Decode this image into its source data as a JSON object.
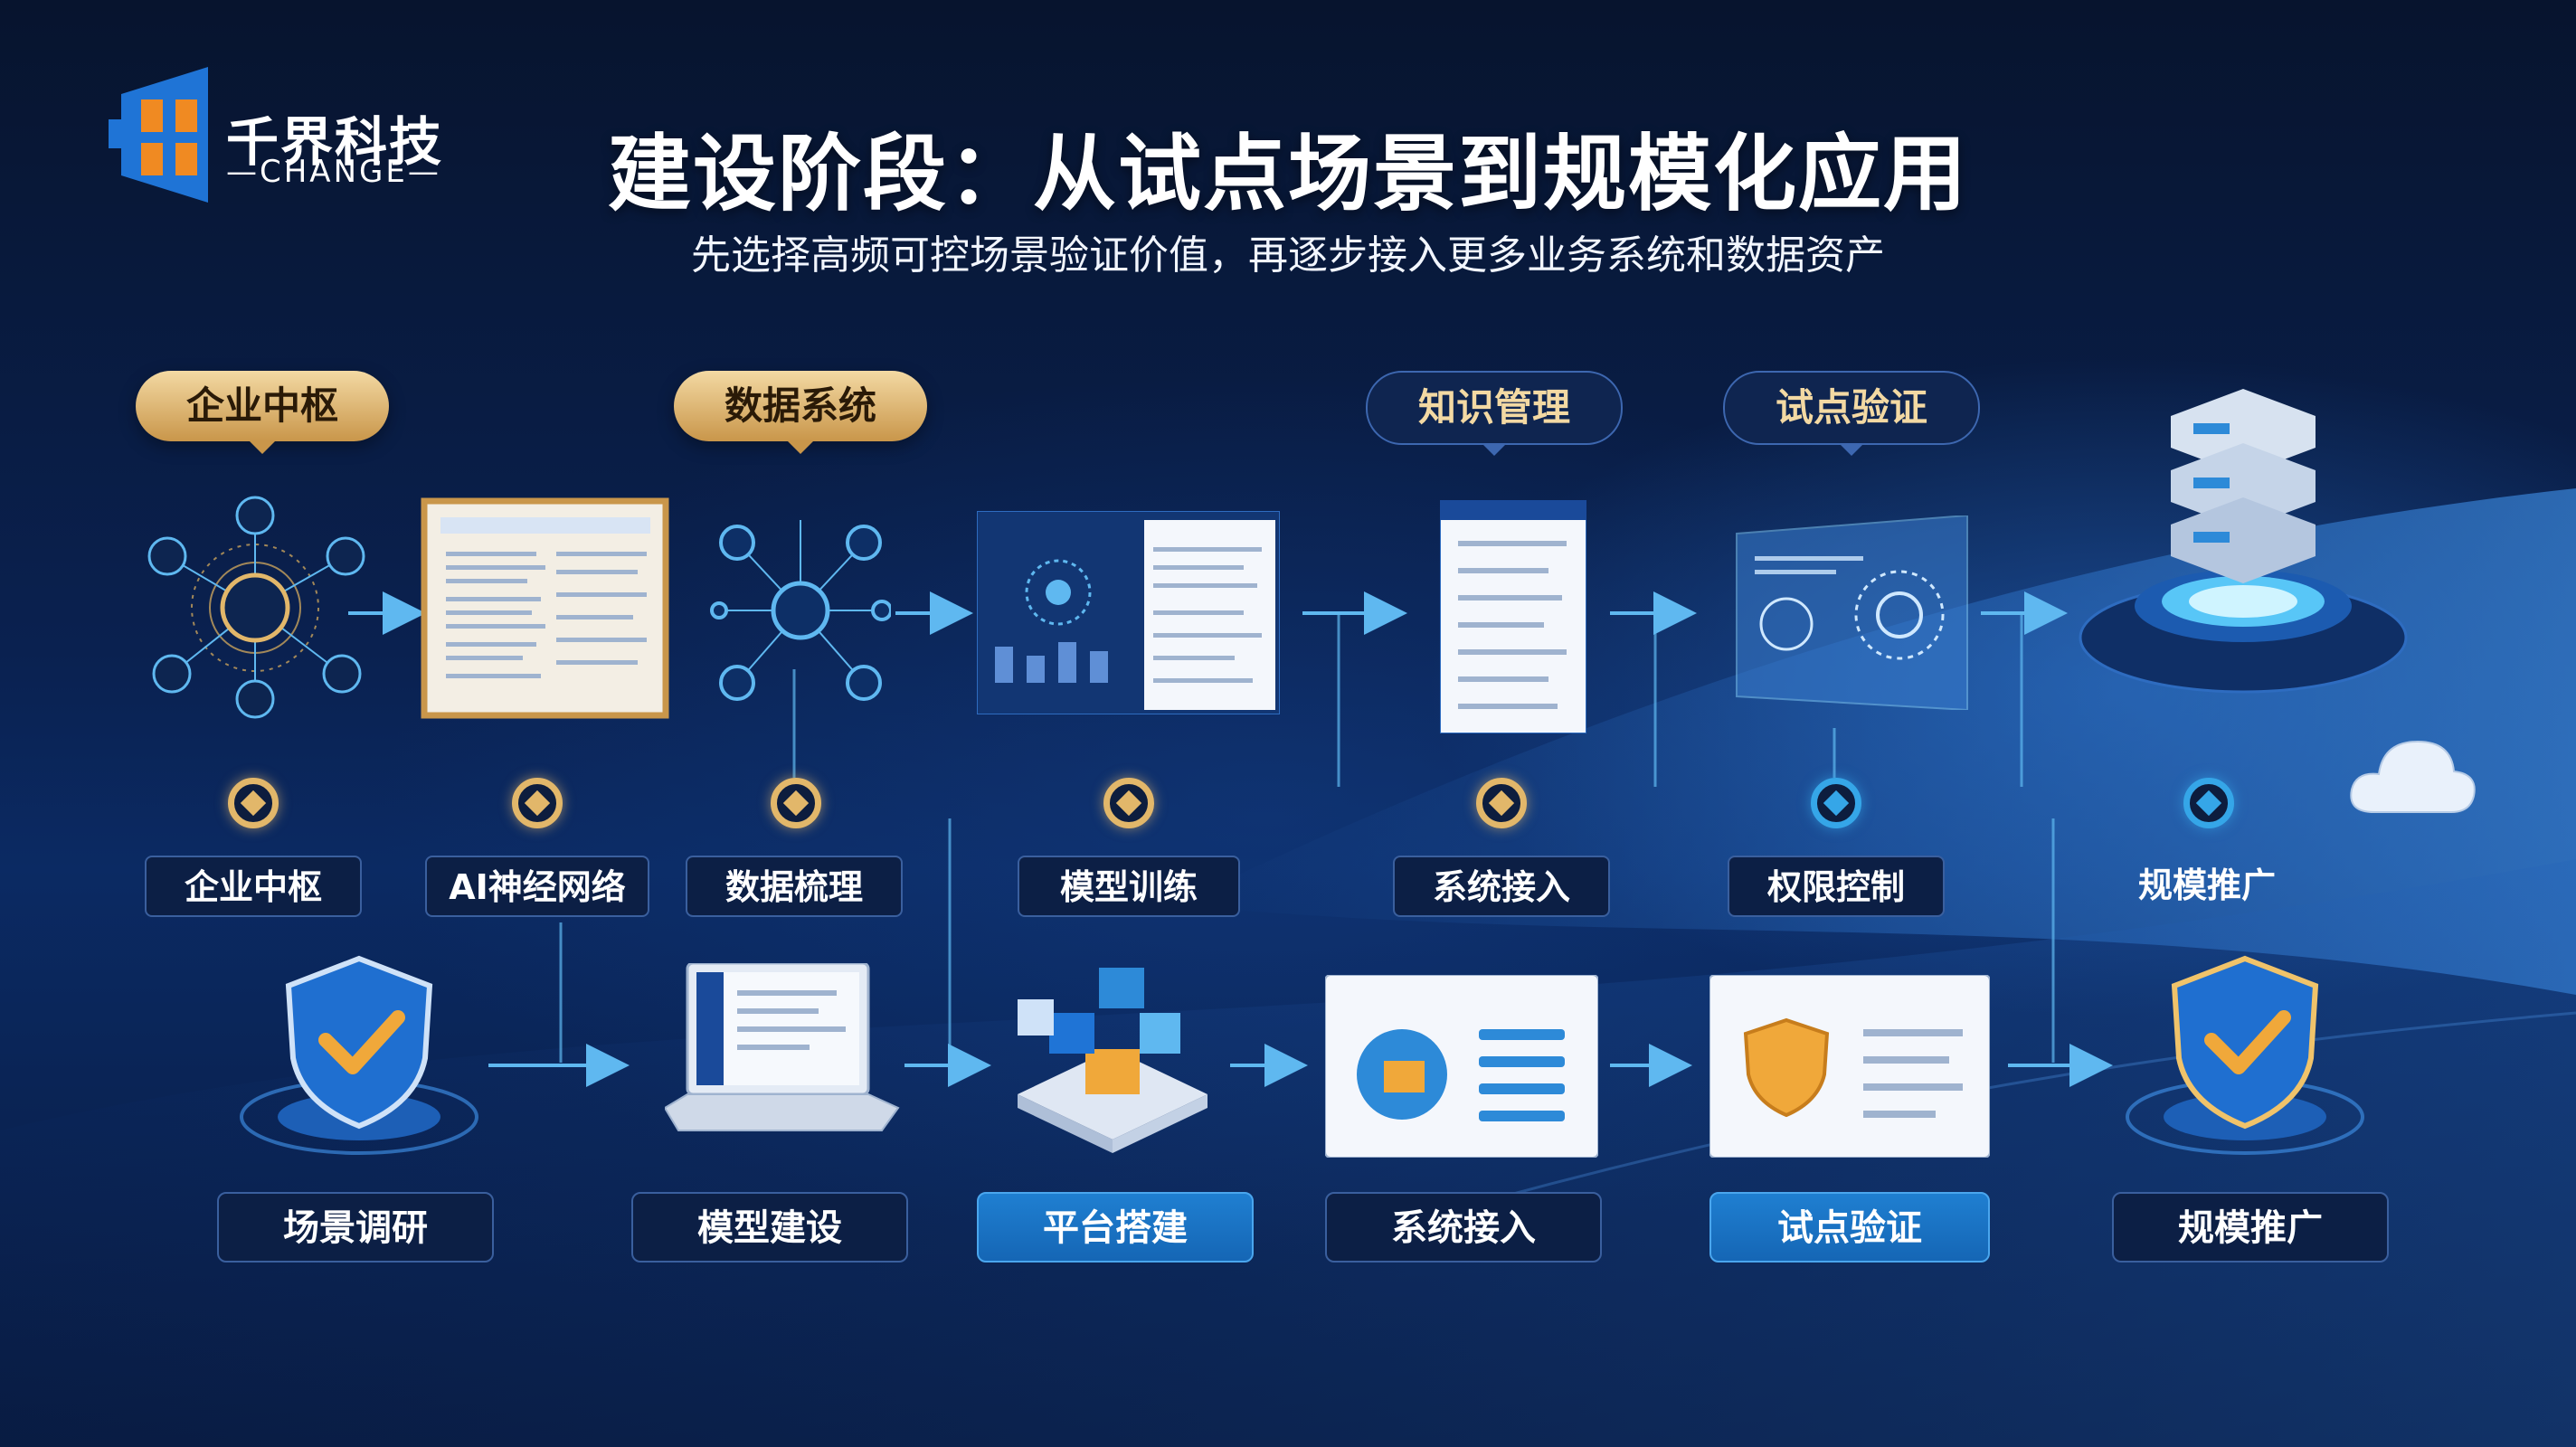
{
  "logo": {
    "name": "千界科技",
    "sub": "—CHANGE—"
  },
  "header": {
    "title": "建设阶段：从试点场景到规模化应用",
    "subtitle": "先选择高频可控场景验证价值，再逐步接入更多业务系统和数据资产"
  },
  "top_tags": [
    {
      "label": "企业中枢",
      "style": "gold"
    },
    {
      "label": "数据系统",
      "style": "gold"
    },
    {
      "label": "知识管理",
      "style": "navy"
    },
    {
      "label": "试点验证",
      "style": "navy"
    }
  ],
  "timeline_steps": [
    {
      "label": "企业中枢",
      "style": "gold"
    },
    {
      "label": "AI神经网络",
      "style": "gold"
    },
    {
      "label": "数据梳理",
      "style": "gold"
    },
    {
      "label": "模型训练",
      "style": "gold"
    },
    {
      "label": "系统接入",
      "style": "gold"
    },
    {
      "label": "权限控制",
      "style": "blue"
    },
    {
      "label": "规模推广",
      "style": "blue"
    }
  ],
  "bottom_steps": [
    {
      "label": "场景调研",
      "active": false
    },
    {
      "label": "模型建设",
      "active": false
    },
    {
      "label": "平台搭建",
      "active": true
    },
    {
      "label": "系统接入",
      "active": false
    },
    {
      "label": "试点验证",
      "active": true
    },
    {
      "label": "规模推广",
      "active": false
    }
  ],
  "colors": {
    "gold": "#e2b76a",
    "blue": "#35a6e8",
    "navy": "#0c1f45",
    "active": "#1f7fd1"
  },
  "icons": [
    "network-hub-icon",
    "document-panel-icon",
    "data-graph-icon",
    "dashboard-icon",
    "form-card-icon",
    "glass-panel-icon",
    "server-stack-icon",
    "cloud-icon",
    "shield-check-icon",
    "laptop-icon",
    "cube-blocks-icon",
    "web-panel-icon",
    "security-panel-icon"
  ]
}
